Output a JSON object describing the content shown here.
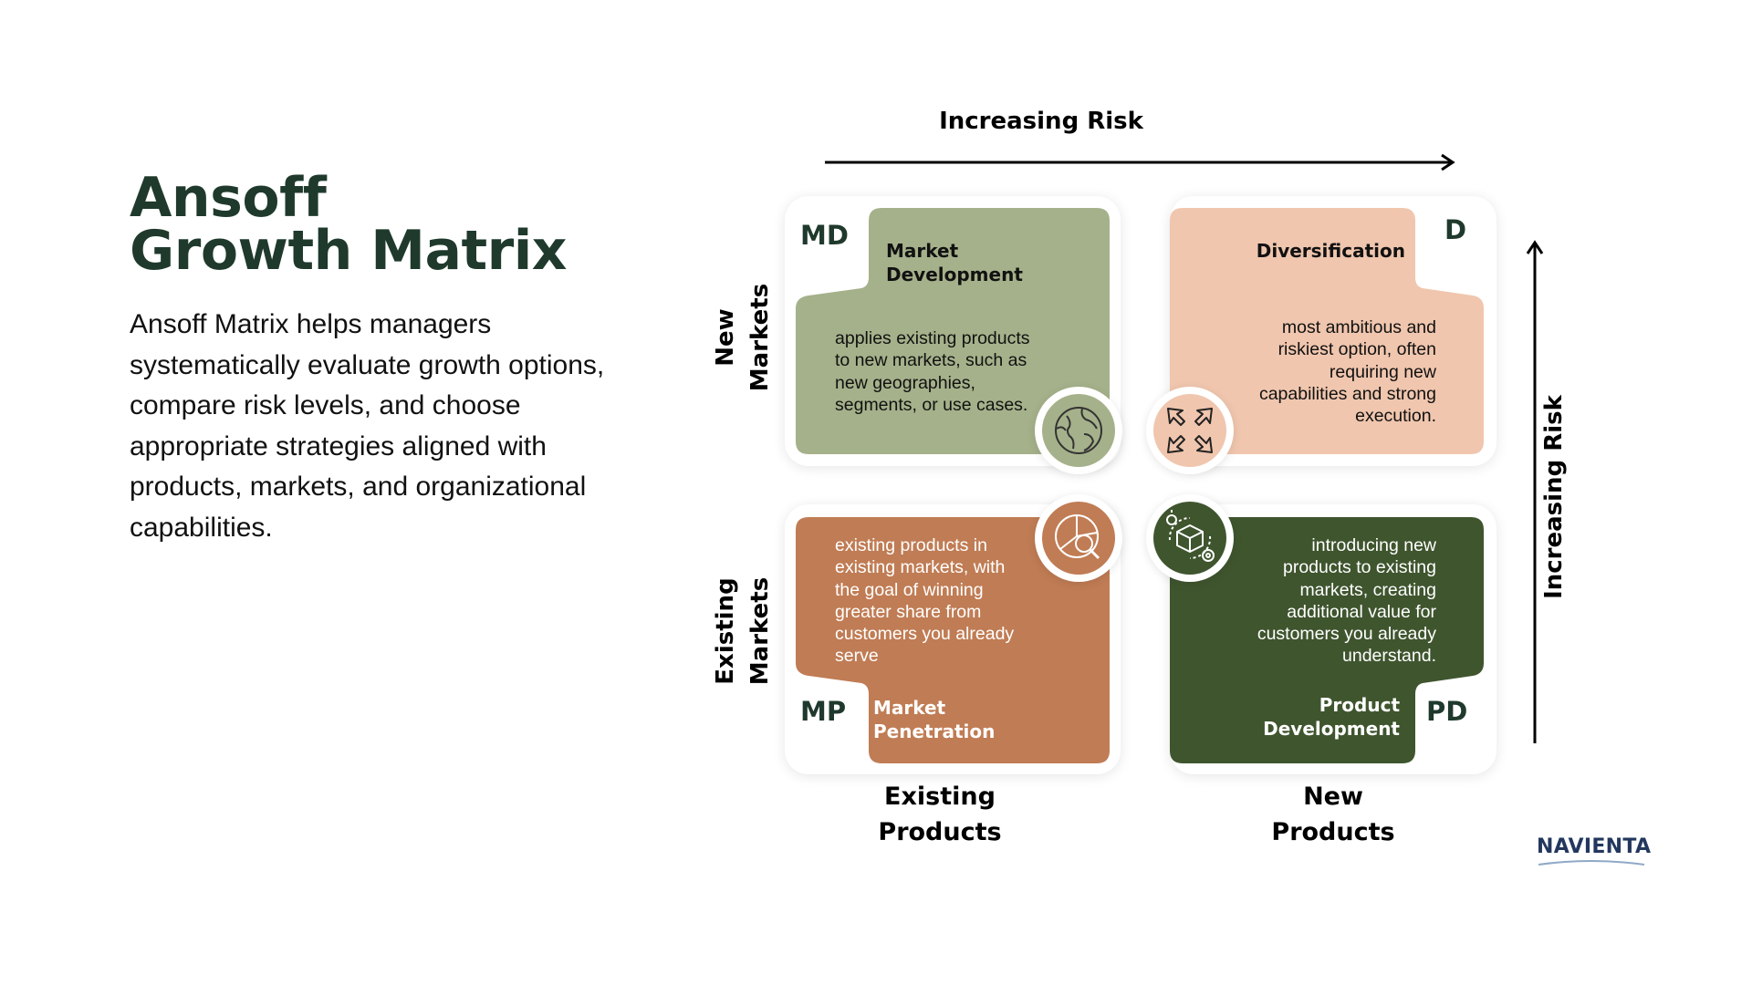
{
  "title_lines": [
    "Ansoff",
    "Growth Matrix"
  ],
  "description": "Ansoff Matrix helps managers systematically evaluate growth options, compare risk levels, and choose appropriate strategies aligned with products, markets, and organizational capabilities.",
  "axes": {
    "top": "Increasing Risk",
    "right": "Increasing Risk",
    "rows": [
      [
        "New",
        "Markets"
      ],
      [
        "Existing",
        "Markets"
      ]
    ],
    "columns": [
      [
        "Existing",
        "Products"
      ],
      [
        "New",
        "Products"
      ]
    ]
  },
  "quadrants": {
    "md": {
      "code": "MD",
      "title": [
        "Market",
        "Development"
      ],
      "text": [
        "applies existing products",
        "to new markets, such as",
        "new geographies,",
        "segments, or use cases."
      ],
      "color": "#a5b18a",
      "icon": "globe-icon"
    },
    "d": {
      "code": "D",
      "title": [
        "Diversification"
      ],
      "text": [
        "most ambitious and",
        "riskiest option, often",
        "requiring new",
        "capabilities and strong",
        "execution."
      ],
      "color": "#f0c6ae",
      "icon": "expand-arrows-icon"
    },
    "mp": {
      "code": "MP",
      "title": [
        "Market",
        "Penetration"
      ],
      "text": [
        "existing products in",
        "existing markets, with",
        "the goal of winning",
        "greater share from",
        "customers you already",
        "serve"
      ],
      "color": "#c07c54",
      "icon": "pie-chart-magnifier-icon"
    },
    "pd": {
      "code": "PD",
      "title": [
        "Product",
        "Development"
      ],
      "text": [
        "introducing new",
        "products to existing",
        "markets, creating",
        "additional value for",
        "customers you already",
        "understand."
      ],
      "color": "#3f552e",
      "icon": "product-gear-icon"
    }
  },
  "brand": "NAVIENTA",
  "colors": {
    "heading": "#1f3a2c",
    "brand": "#23375e"
  }
}
